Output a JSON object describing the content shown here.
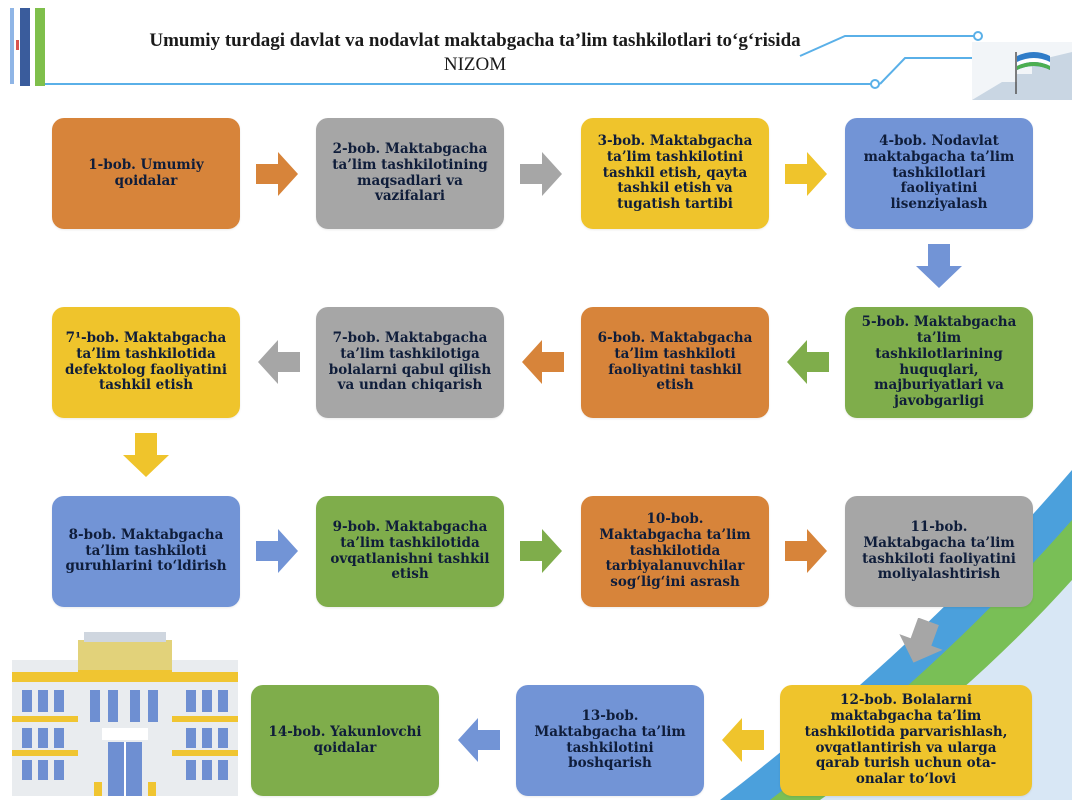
{
  "header": {
    "title": "Umumiy turdagi davlat va nodavlat maktabgacha ta’lim tashkilotlari to‘g‘risida",
    "subtitle": "NIZOM"
  },
  "colors": {
    "orange": "#d7843a",
    "gray": "#a6a6a6",
    "yellow": "#efc42c",
    "blue": "#7294d6",
    "green": "#7fad4b"
  },
  "chapters": [
    "1-bob. Umumiy qoidalar",
    "2-bob. Maktabgacha ta’lim tashkilotining maqsadlari va vazifalari",
    "3-bob. Maktabgacha ta’lim tashkilotini tashkil etish, qayta tashkil etish va tugatish tartibi",
    "4-bob. Nodavlat maktabgacha ta’lim tashkilotlari faoliyatini lisenziyalash",
    "5-bob. Maktabgacha ta’lim tashkilotlarining huquqlari, majburiyatlari va javobgarligi",
    "6-bob. Maktabgacha ta’lim tashkiloti faoliyatini tashkil etish",
    "7-bob. Maktabgacha ta’lim tashkilotiga bolalarni qabul qilish va undan chiqarish",
    "7¹-bob. Maktabgacha ta’lim tashkilotida defektolog faoliyatini tashkil etish",
    "8-bob. Maktabgacha ta’lim tashkiloti guruhlarini to‘ldirish",
    "9-bob. Maktabgacha ta’lim tashkilotida ovqatlanishni tashkil etish",
    "10-bob. Maktabgacha ta’lim tashkilotida tarbiyalanuvchilar sog‘lig‘ini asrash",
    "11-bob. Maktabgacha ta’lim tashkiloti faoliyatini moliyalashtirish",
    "12-bob. Bolalarni maktabgacha ta’lim tashkilotida parvarishlash, ovqatlantirish va ularga qarab turish uchun ota-onalar to‘lovi",
    "13-bob. Maktabgacha ta’lim tashkilotini boshqarish",
    "14-bob. Yakunlovchi qoidalar"
  ]
}
